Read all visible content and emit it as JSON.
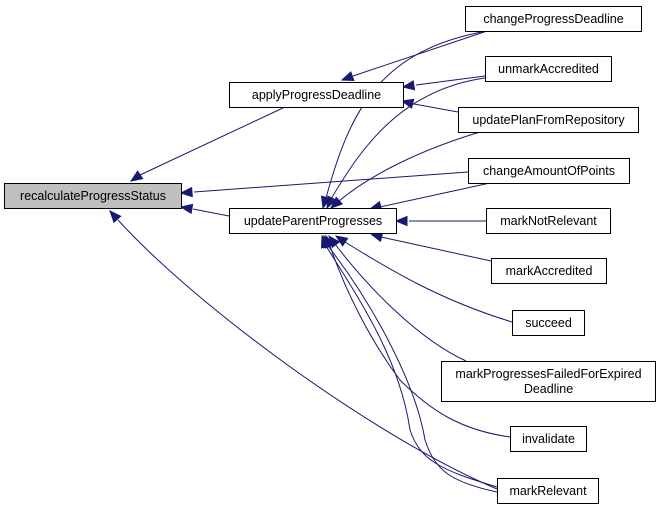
{
  "title": "recalculateProgressStatus caller graph",
  "colors": {
    "edge": "#191970",
    "root_fill": "#bfbfbf",
    "node_fill": "#ffffff",
    "border": "#000000"
  },
  "nodes": {
    "recalculateProgressStatus": {
      "label": [
        "recalculateProgressStatus"
      ],
      "root": true
    },
    "applyProgressDeadline": {
      "label": [
        "applyProgressDeadline"
      ]
    },
    "updateParentProgresses": {
      "label": [
        "updateParentProgresses"
      ]
    },
    "changeProgressDeadline": {
      "label": [
        "changeProgressDeadline"
      ]
    },
    "unmarkAccredited": {
      "label": [
        "unmarkAccredited"
      ]
    },
    "updatePlanFromRepository": {
      "label": [
        "updatePlanFromRepository"
      ]
    },
    "changeAmountOfPoints": {
      "label": [
        "changeAmountOfPoints"
      ]
    },
    "markNotRelevant": {
      "label": [
        "markNotRelevant"
      ]
    },
    "markAccredited": {
      "label": [
        "markAccredited"
      ]
    },
    "succeed": {
      "label": [
        "succeed"
      ]
    },
    "markProgressesFailedForExpiredDeadline": {
      "label": [
        "markProgressesFailedForExpired",
        "Deadline"
      ]
    },
    "invalidate": {
      "label": [
        "invalidate"
      ]
    },
    "markRelevant": {
      "label": [
        "markRelevant"
      ]
    }
  },
  "edges": [
    {
      "from": "applyProgressDeadline",
      "to": "recalculateProgressStatus"
    },
    {
      "from": "updateParentProgresses",
      "to": "recalculateProgressStatus"
    },
    {
      "from": "changeAmountOfPoints",
      "to": "recalculateProgressStatus"
    },
    {
      "from": "markRelevant",
      "to": "recalculateProgressStatus"
    },
    {
      "from": "changeProgressDeadline",
      "to": "applyProgressDeadline"
    },
    {
      "from": "unmarkAccredited",
      "to": "applyProgressDeadline"
    },
    {
      "from": "updatePlanFromRepository",
      "to": "applyProgressDeadline"
    },
    {
      "from": "changeProgressDeadline",
      "to": "updateParentProgresses"
    },
    {
      "from": "unmarkAccredited",
      "to": "updateParentProgresses"
    },
    {
      "from": "updatePlanFromRepository",
      "to": "updateParentProgresses"
    },
    {
      "from": "changeAmountOfPoints",
      "to": "updateParentProgresses"
    },
    {
      "from": "markNotRelevant",
      "to": "updateParentProgresses"
    },
    {
      "from": "markAccredited",
      "to": "updateParentProgresses"
    },
    {
      "from": "succeed",
      "to": "updateParentProgresses"
    },
    {
      "from": "markProgressesFailedForExpiredDeadline",
      "to": "updateParentProgresses"
    },
    {
      "from": "invalidate",
      "to": "updateParentProgresses"
    },
    {
      "from": "markRelevant",
      "to": "updateParentProgresses"
    }
  ]
}
